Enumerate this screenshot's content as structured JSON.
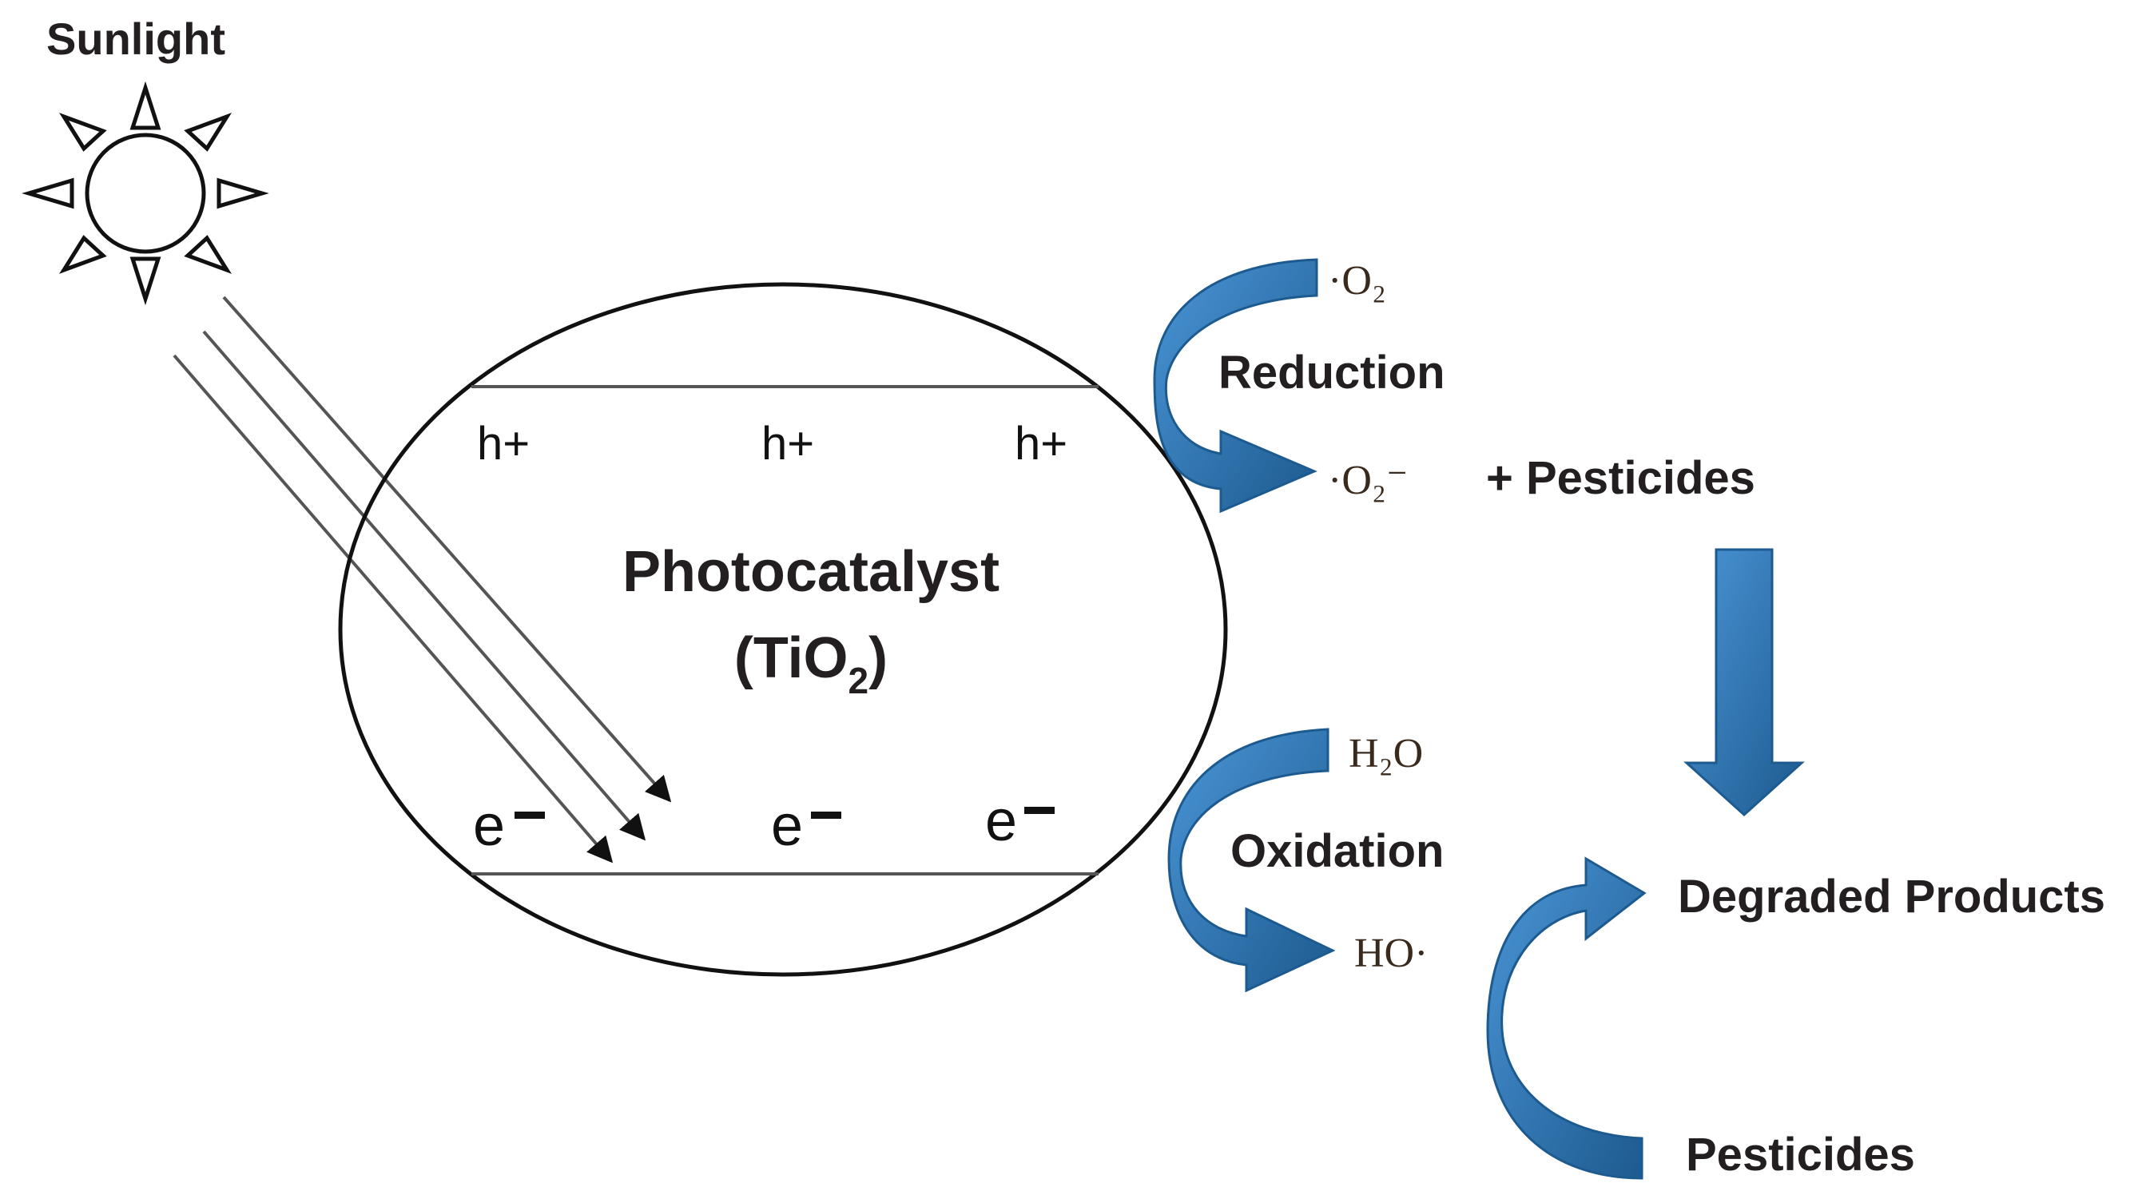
{
  "colors": {
    "arrow_fill": "#2f7bbf",
    "arrow_dark": "#1d5a8f",
    "text": "#231f20",
    "outline": "#111111"
  },
  "icons": {
    "sun": "sun-icon"
  },
  "sunlight": {
    "label": "Sunlight"
  },
  "catalyst": {
    "name": "Photocatalyst",
    "formula_open": "(TiO",
    "formula_sub": "2",
    "formula_close": ")",
    "holes": [
      "h+",
      "h+",
      "h+"
    ],
    "electrons": [
      "e",
      "e",
      "e"
    ]
  },
  "reduction": {
    "label": "Reduction",
    "reactant": "·O₂",
    "product": "·O₂⁻",
    "plus_pesticides": "+ Pesticides"
  },
  "oxidation": {
    "label": "Oxidation",
    "reactant": "H₂O",
    "product": "HO·"
  },
  "degradation": {
    "products_label": "Degraded Products",
    "pesticides_label": "Pesticides"
  }
}
